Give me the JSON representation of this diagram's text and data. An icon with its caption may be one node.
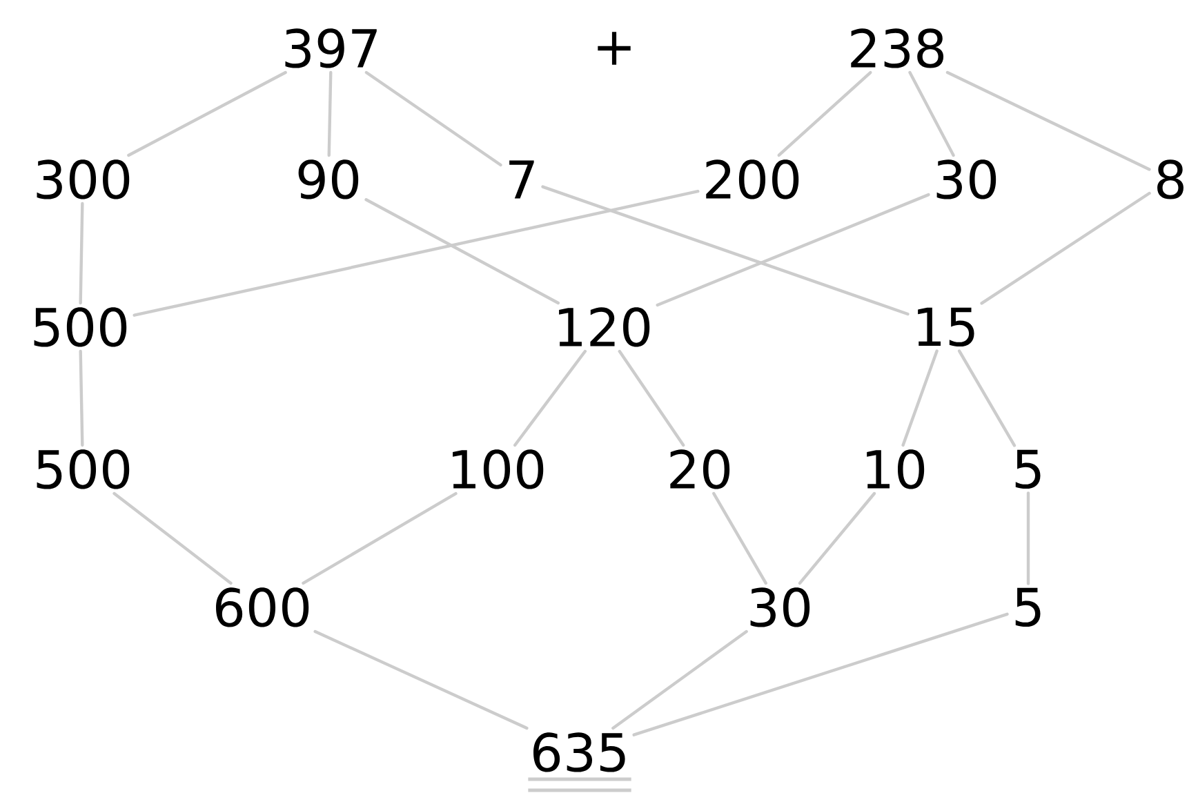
{
  "diagram": {
    "nodes": [
      {
        "text": [
          "397"
        ]
      },
      {
        "text": [
          "238"
        ]
      },
      {
        "text": [
          "300"
        ]
      },
      {
        "text": [
          "90"
        ]
      },
      {
        "text": [
          "7"
        ]
      },
      {
        "text": [
          "200"
        ]
      },
      {
        "text": [
          "30"
        ]
      },
      {
        "text": [
          "8"
        ]
      },
      {
        "text": [
          "500"
        ]
      },
      {
        "text": [
          "120"
        ]
      },
      {
        "text": [
          "15"
        ]
      },
      {
        "text": [
          "500"
        ]
      },
      {
        "text": [
          "100"
        ]
      },
      {
        "text": [
          "20"
        ]
      },
      {
        "text": [
          "10"
        ]
      },
      {
        "text": [
          "5"
        ]
      },
      {
        "text": [
          "600"
        ]
      },
      {
        "text": [
          "30"
        ]
      },
      {
        "text": [
          "5"
        ]
      },
      {
        "text": [
          "635"
        ]
      }
    ],
    "edges": [
      {
        "from": 0,
        "to": 2,
        "arrow": "none"
      },
      {
        "from": 0,
        "to": 3,
        "arrow": "none"
      },
      {
        "from": 0,
        "to": 4,
        "arrow": "none"
      },
      {
        "from": 1,
        "to": 5,
        "arrow": "none"
      },
      {
        "from": 1,
        "to": 6,
        "arrow": "none"
      },
      {
        "from": 1,
        "to": 7,
        "arrow": "none"
      },
      {
        "from": 2,
        "to": 8,
        "arrow": "none"
      },
      {
        "from": 5,
        "to": 8,
        "arrow": "none"
      },
      {
        "from": 3,
        "to": 9,
        "arrow": "none"
      },
      {
        "from": 6,
        "to": 9,
        "arrow": "none"
      },
      {
        "from": 4,
        "to": 10,
        "arrow": "none"
      },
      {
        "from": 7,
        "to": 10,
        "arrow": "none"
      },
      {
        "from": 8,
        "to": 11,
        "arrow": "none"
      },
      {
        "from": 9,
        "to": 12,
        "arrow": "none"
      },
      {
        "from": 9,
        "to": 13,
        "arrow": "none"
      },
      {
        "from": 10,
        "to": 14,
        "arrow": "none"
      },
      {
        "from": 10,
        "to": 15,
        "arrow": "none"
      },
      {
        "from": 11,
        "to": 16,
        "arrow": "none"
      },
      {
        "from": 12,
        "to": 16,
        "arrow": "none"
      },
      {
        "from": 13,
        "to": 17,
        "arrow": "none"
      },
      {
        "from": 14,
        "to": 17,
        "arrow": "none"
      },
      {
        "from": 15,
        "to": 18,
        "arrow": "none"
      },
      {
        "from": 16,
        "to": 19,
        "arrow": "none"
      },
      {
        "from": 17,
        "to": 19,
        "arrow": "none"
      },
      {
        "from": 18,
        "to": 19,
        "arrow": "none"
      }
    ],
    "labels": [
      "+"
    ]
  }
}
